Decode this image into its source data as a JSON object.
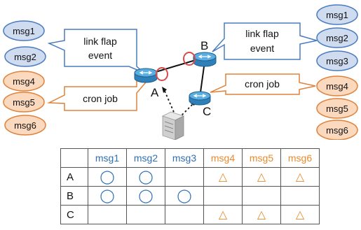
{
  "left_messages": [
    {
      "id": "msg1",
      "group": "blue"
    },
    {
      "id": "msg2",
      "group": "blue"
    },
    {
      "id": "msg4",
      "group": "orange"
    },
    {
      "id": "msg5",
      "group": "orange"
    },
    {
      "id": "msg6",
      "group": "orange"
    }
  ],
  "right_messages": [
    {
      "id": "msg1",
      "group": "blue"
    },
    {
      "id": "msg2",
      "group": "blue"
    },
    {
      "id": "msg3",
      "group": "blue"
    },
    {
      "id": "msg4",
      "group": "orange"
    },
    {
      "id": "msg5",
      "group": "orange"
    },
    {
      "id": "msg6",
      "group": "orange"
    }
  ],
  "callouts": {
    "left_link": [
      "link flap",
      "event"
    ],
    "left_cron": "cron job",
    "right_link": [
      "link flap",
      "event"
    ],
    "right_cron": "cron job"
  },
  "routers": {
    "a": "A",
    "b": "B",
    "c": "C"
  },
  "table": {
    "header": [
      "",
      "msg1",
      "msg2",
      "msg3",
      "msg4",
      "msg5",
      "msg6"
    ],
    "header_groups": [
      "",
      "blue",
      "blue",
      "blue",
      "orange",
      "orange",
      "orange"
    ],
    "rows": [
      {
        "label": "A",
        "cells": [
          "circle",
          "circle",
          "",
          "triangle",
          "triangle",
          "triangle"
        ]
      },
      {
        "label": "B",
        "cells": [
          "circle",
          "circle",
          "circle",
          "",
          "",
          ""
        ]
      },
      {
        "label": "C",
        "cells": [
          "",
          "",
          "",
          "triangle",
          "triangle",
          "triangle"
        ]
      }
    ]
  },
  "colors": {
    "blue_fill": "#cfdcf0",
    "blue_stroke": "#4a7bbf",
    "blue_text": "#2e6fb3",
    "orange_fill": "#fbd9bf",
    "orange_stroke": "#e0823a",
    "orange_text": "#ea8a2b",
    "router_fill": "#3d93cf",
    "highlight": "#d94a4a"
  }
}
